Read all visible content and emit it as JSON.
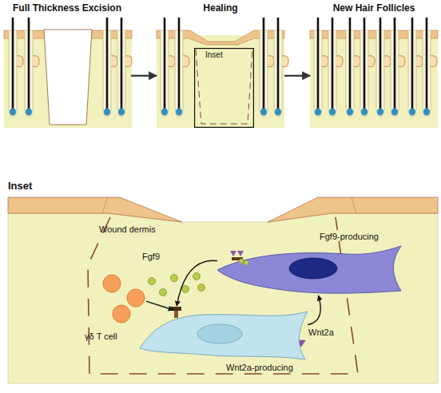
{
  "diagram": {
    "nodes": [
      {
        "text": [
          "Full Thickness Excision"
        ]
      },
      {
        "text": [
          "Healing"
        ]
      },
      {
        "text": [
          "Inset"
        ],
        "in": 1
      },
      {
        "text": [
          "New Hair Follicles"
        ]
      },
      {
        "text": [
          "Inset"
        ]
      },
      {
        "text": [
          "γδ T cell"
        ],
        "in": 4
      },
      {
        "text": [
          "Fgf9-producing"
        ],
        "in": 4
      },
      {
        "text": [
          "Wnt2a-producing"
        ],
        "in": 4
      }
    ],
    "edges": [
      {
        "from": 0,
        "to": 1,
        "arrow": "to"
      },
      {
        "from": 1,
        "to": 3,
        "arrow": "to"
      },
      {
        "from": 5,
        "to": 7,
        "arrow": "to"
      },
      {
        "from": 6,
        "to": 7,
        "label": "Fgf9",
        "arrow": "to"
      },
      {
        "from": 7,
        "to": 6,
        "label": "Wnt2a",
        "arrow": "to"
      }
    ],
    "labels": [
      "Wound dermis"
    ]
  }
}
